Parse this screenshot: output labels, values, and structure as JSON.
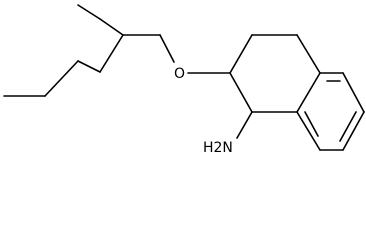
{
  "diagram": {
    "type": "skeletal-structure",
    "atoms": {
      "oxygen": "O",
      "amine": "H2N"
    }
  }
}
